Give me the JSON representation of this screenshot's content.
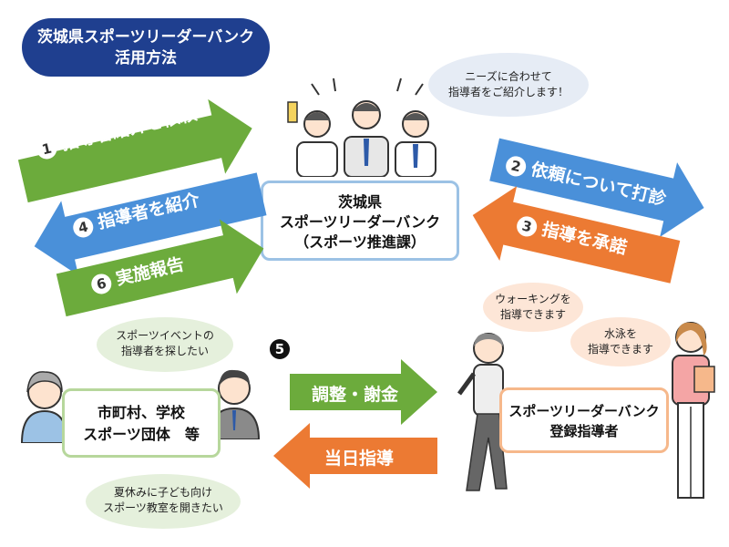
{
  "title": {
    "line1": "茨城県スポーツリーダーバンク",
    "line2": "活用方法"
  },
  "top_bubble": {
    "line1": "ニーズに合わせて",
    "line2": "指導者をご紹介します！"
  },
  "center_box": {
    "line1": "茨城県",
    "line2": "スポーツリーダーバンク",
    "line3": "（スポーツ推進課）"
  },
  "left_arrows": [
    {
      "num": "1",
      "label": "指導者紹介を依頼"
    },
    {
      "num": "4",
      "label": "指導者を紹介"
    },
    {
      "num": "6",
      "label": "実施報告"
    }
  ],
  "right_arrows": [
    {
      "num": "2",
      "label": "依頼について打診"
    },
    {
      "num": "3",
      "label": "指導を承諾"
    }
  ],
  "muni_box": {
    "line1": "市町村、学校",
    "line2": "スポーツ団体　等"
  },
  "muni_bubble_top": {
    "line1": "スポーツイベントの",
    "line2": "指導者を探したい"
  },
  "muni_bubble_bottom": {
    "line1": "夏休みに子ども向け",
    "line2": "スポーツ教室を開きたい"
  },
  "step5_num": "5",
  "bottom_arrows": [
    {
      "label": "調整・謝金"
    },
    {
      "label": "当日指導"
    }
  ],
  "reg_box": {
    "line1": "スポーツリーダーバンク",
    "line2": "登録指導者"
  },
  "reg_bubble_1": {
    "line1": "ウォーキングを",
    "line2": "指導できます"
  },
  "reg_bubble_2": {
    "line1": "水泳を",
    "line2": "指導できます"
  },
  "colors": {
    "green": "#6cab3c",
    "blue": "#4a90d9",
    "orange": "#ec7a33",
    "navy": "#1f3f8f"
  }
}
